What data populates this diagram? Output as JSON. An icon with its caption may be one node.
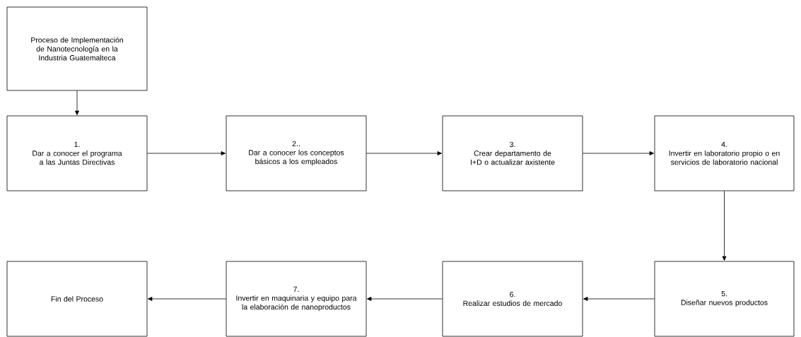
{
  "diagram": {
    "nodes": [
      {
        "text": [
          "Proceso de Implementación de Nanotecnología en la Industria Guatemalteca"
        ]
      },
      {
        "text": [
          "1.",
          "Dar a conocer el programa a las Juntas Directivas"
        ]
      },
      {
        "text": [
          "2..",
          "Dar a conocer los conceptos básicos a los empleados"
        ]
      },
      {
        "text": [
          "3.",
          "Crear departamento de I+D o actualizar axistente"
        ]
      },
      {
        "text": [
          "4.",
          "Invertir en laboratorio propio o en servicios de laboratorio nacional"
        ]
      },
      {
        "text": [
          "5.",
          "Diseñar nuevos productos"
        ]
      },
      {
        "text": [
          "6.",
          "Realizar estudios de mercado"
        ]
      },
      {
        "text": [
          "7.",
          "Invertir en maquinaria y equipo para la elaboración de nanoproductos"
        ]
      },
      {
        "text": [
          "Fin del Proceso"
        ]
      }
    ],
    "edges": [
      {
        "from": 0,
        "to": 1,
        "arrow": "to"
      },
      {
        "from": 1,
        "to": 2,
        "arrow": "to"
      },
      {
        "from": 2,
        "to": 3,
        "arrow": "to"
      },
      {
        "from": 3,
        "to": 4,
        "arrow": "to"
      },
      {
        "from": 4,
        "to": 5,
        "arrow": "to"
      },
      {
        "from": 5,
        "to": 6,
        "arrow": "to"
      },
      {
        "from": 6,
        "to": 7,
        "arrow": "to"
      },
      {
        "from": 7,
        "to": 8,
        "arrow": "to"
      }
    ]
  }
}
